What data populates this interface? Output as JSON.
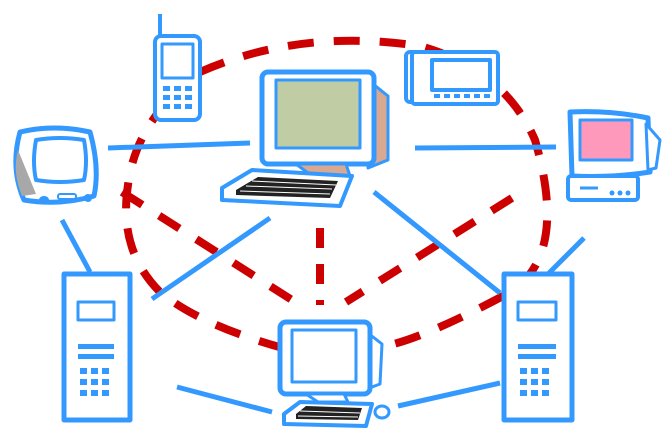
{
  "diagram": {
    "kind": "network-topology",
    "devices": [
      {
        "id": "mobile-phone",
        "icon": "mobile-phone-icon"
      },
      {
        "id": "telephone",
        "icon": "desk-phone-icon"
      },
      {
        "id": "main-computer",
        "icon": "desktop-computer-icon"
      },
      {
        "id": "left-monitor",
        "icon": "crt-monitor-icon"
      },
      {
        "id": "right-computer",
        "icon": "pink-screen-computer-icon"
      },
      {
        "id": "left-server",
        "icon": "tower-server-icon"
      },
      {
        "id": "right-server",
        "icon": "tower-server-icon"
      },
      {
        "id": "bottom-computer",
        "icon": "desktop-computer-icon"
      }
    ],
    "links": {
      "wired": {
        "style": "solid",
        "color": "#3399ff"
      },
      "wireless": {
        "style": "dashed",
        "color": "#cc0000"
      }
    },
    "colors": {
      "device_blue": "#3399ff",
      "screen_green": "#c0cca4",
      "screen_pink": "#ff99bb",
      "link_red": "#cc0000"
    }
  }
}
